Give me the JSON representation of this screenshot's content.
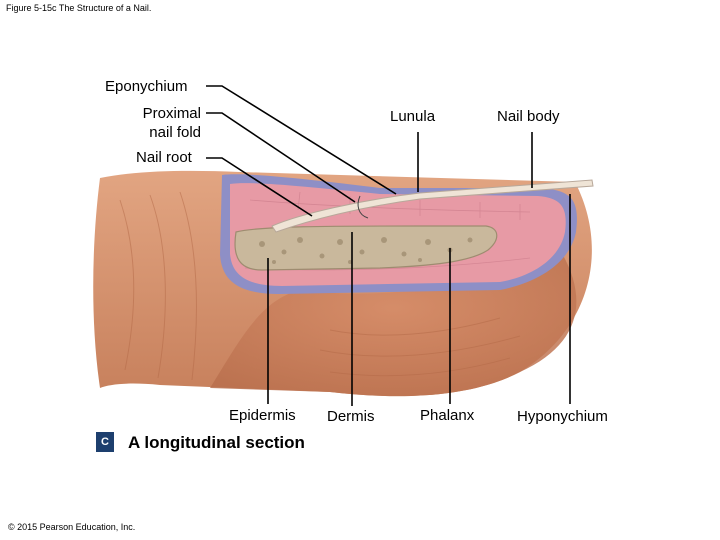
{
  "figure_caption": "Figure 5-15c The Structure of a Nail.",
  "labels": {
    "eponychium": "Eponychium",
    "proximal_nail_fold_line1": "Proximal",
    "proximal_nail_fold_line2": "nail fold",
    "nail_root": "Nail root",
    "lunula": "Lunula",
    "nail_body": "Nail body",
    "epidermis": "Epidermis",
    "dermis": "Dermis",
    "phalanx": "Phalanx",
    "hyponychium": "Hyponychium"
  },
  "panel": {
    "letter": "C",
    "title": "A longitudinal section"
  },
  "copyright": "© 2015 Pearson Education, Inc.",
  "colors": {
    "skin": "#d9956e",
    "skin_shade": "#c27a55",
    "dermis": "#e79aa5",
    "epidermis_band": "#8e8fc6",
    "bone": "#c9b89c",
    "nail": "#efe4d6",
    "badge": "#1d3f6e"
  }
}
